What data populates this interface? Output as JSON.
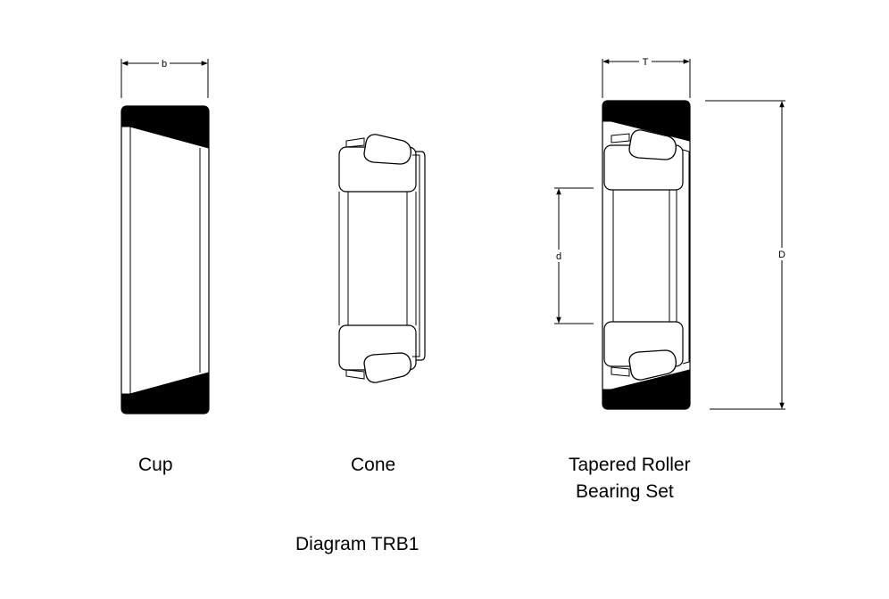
{
  "diagram": {
    "title": "Diagram TRB1",
    "captions": {
      "cup": "Cup",
      "cone": "Cone",
      "set_line1": "Tapered Roller",
      "set_line2": "Bearing Set"
    },
    "dimensions": {
      "cup_width": "b",
      "total_width": "T",
      "bore": "d",
      "outside_diameter": "D"
    }
  }
}
